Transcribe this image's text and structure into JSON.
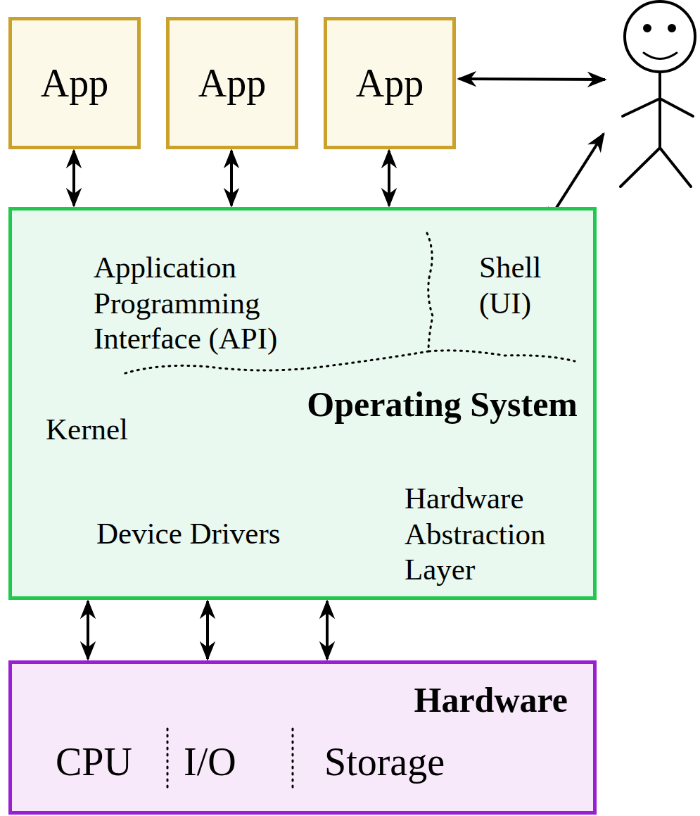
{
  "diagram": {
    "nodes": [
      {
        "text": [
          "App"
        ]
      },
      {
        "text": [
          "App"
        ]
      },
      {
        "text": [
          "App"
        ]
      },
      {
        "text": [
          "Application Programming Interface (API)",
          "Shell (UI)",
          "Operating System",
          "Kernel",
          "Device Drivers",
          "Hardware Abstraction Layer"
        ]
      },
      {
        "text": [
          "Hardware",
          "CPU",
          "I/O",
          "Storage"
        ]
      }
    ],
    "edges": [
      {
        "from": 0,
        "to": 3,
        "arrow": "both"
      },
      {
        "from": 1,
        "to": 3,
        "arrow": "both"
      },
      {
        "from": 2,
        "to": 3,
        "arrow": "both"
      },
      {
        "from": 3,
        "to": 4,
        "arrow": "both"
      },
      {
        "from": 3,
        "to": 4,
        "arrow": "both"
      },
      {
        "from": 3,
        "to": 4,
        "arrow": "both"
      }
    ]
  }
}
